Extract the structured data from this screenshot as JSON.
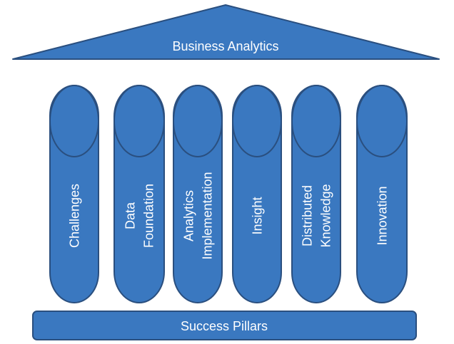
{
  "diagram": {
    "roof_label": "Business Analytics",
    "base_label": "Success Pillars",
    "pillars": [
      {
        "lines": [
          "Challenges"
        ]
      },
      {
        "lines": [
          "Data",
          "Foundation"
        ]
      },
      {
        "lines": [
          "Analytics",
          "Implementation"
        ]
      },
      {
        "lines": [
          "Insight"
        ]
      },
      {
        "lines": [
          "Distributed",
          "Knowledge"
        ]
      },
      {
        "lines": [
          "Innovation"
        ]
      }
    ]
  },
  "colors": {
    "fill": "#3a78c0",
    "stroke": "#2a4f7f",
    "text": "#ffffff",
    "background": "#ffffff"
  }
}
